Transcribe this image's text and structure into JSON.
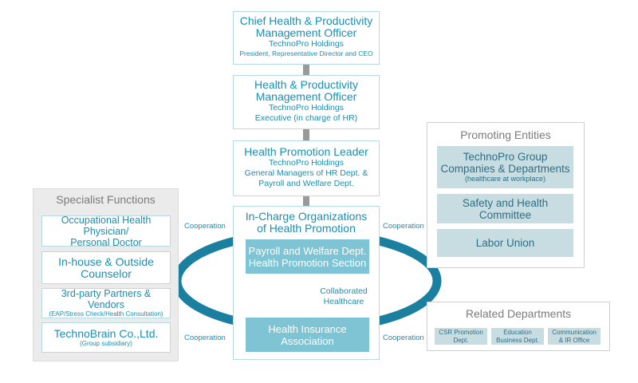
{
  "chain": {
    "cho": {
      "title1": "Chief Health & Productivity",
      "title2": "Management Officer",
      "org": "TechnoPro Holdings",
      "role": "President, Representative Director and CEO"
    },
    "hpmo": {
      "title1": "Health & Productivity",
      "title2": "Management Officer",
      "org": "TechnoPro Holdings",
      "role": "Executive (in charge of HR)"
    },
    "leader": {
      "title": "Health Promotion Leader",
      "org": "TechnoPro Holdings",
      "role1": "General Managers of HR Dept. &",
      "role2": "Payroll and Welfare Dept."
    }
  },
  "in_charge": {
    "title1": "In-Charge Organizations",
    "title2": "of Health Promotion",
    "payroll1": "Payroll and Welfare Dept.",
    "payroll2": "Health Promotion Section",
    "collab1": "Collaborated",
    "collab2": "Healthcare",
    "hia1": "Health Insurance",
    "hia2": "Association"
  },
  "cooperation_label": "Cooperation",
  "specialist": {
    "heading": "Specialist Functions",
    "items": [
      {
        "line1": "Occupational Health Physician/",
        "line2": "Personal Doctor"
      },
      {
        "line1": "In-house & Outside",
        "line2": "Counselor"
      },
      {
        "line1": "3rd-party Partners & Vendors",
        "sub": "(EAP/Stress Check/Health Consultation)"
      },
      {
        "line1": "TechnoBrain Co.,Ltd.",
        "sub": "(Group subsidiary)"
      }
    ]
  },
  "promoting": {
    "heading": "Promoting Entities",
    "items": [
      {
        "line1": "TechnoPro Group",
        "line2": "Companies & Departments",
        "sub": "(healthcare at workplace)"
      },
      {
        "line1": "Safety and Health",
        "line2": "Committee"
      },
      {
        "line1": "Labor Union"
      }
    ]
  },
  "related": {
    "heading": "Related Departments",
    "items": [
      {
        "line1": "CSR Promotion",
        "line2": "Dept."
      },
      {
        "line1": "Education",
        "line2": "Business Dept."
      },
      {
        "line1": "Communication",
        "line2": "& IR Office"
      }
    ]
  },
  "colors": {
    "teal_text": "#1a8fb1",
    "ring": "#1b7fa0",
    "box_border": "#b7dbe2",
    "panel_bg": "#ebebeb",
    "tint_bg": "#c8dde2",
    "dark_box": "#7ec4d4",
    "connector": "#9a9a9a"
  },
  "icons": [
    "double-arrow-icon"
  ]
}
